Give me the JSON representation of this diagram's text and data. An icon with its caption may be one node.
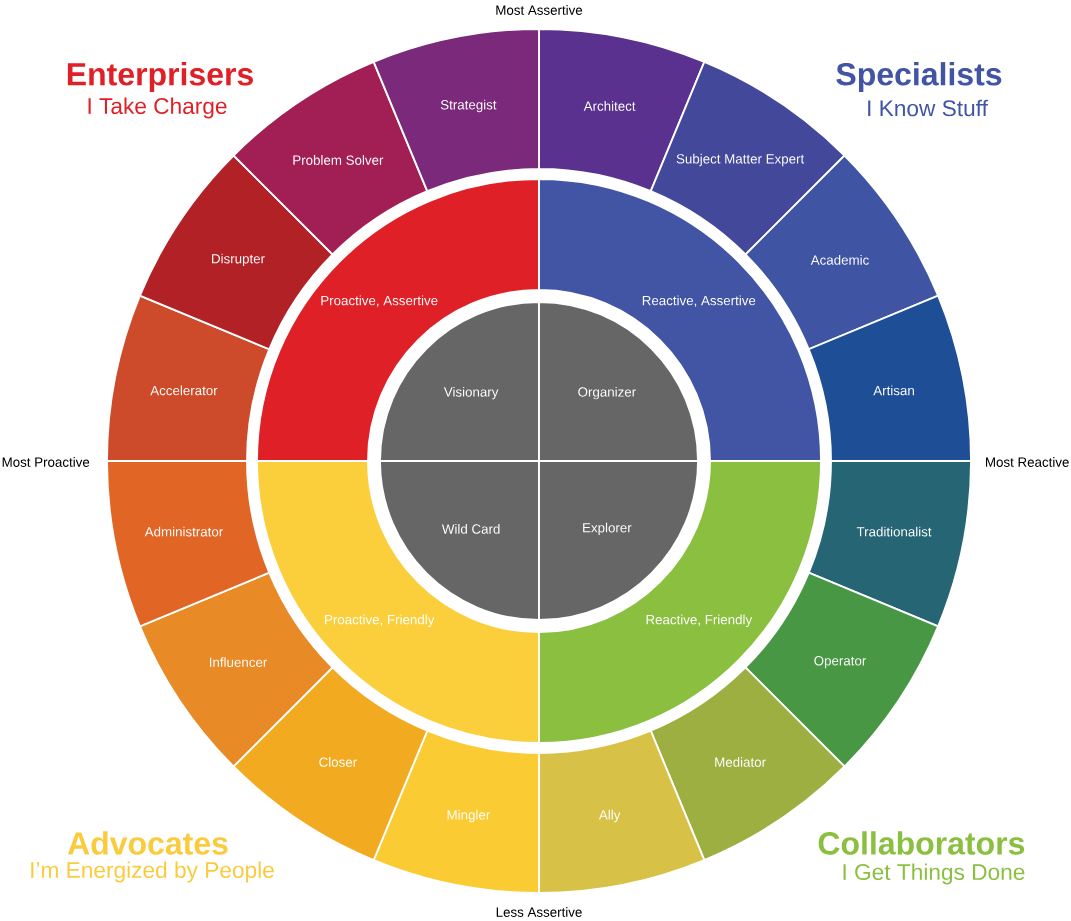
{
  "diagram": {
    "nodes": [
      {
        "text": [
          "Visionary"
        ]
      },
      {
        "text": [
          "Organizer"
        ]
      },
      {
        "text": [
          "Wild Card"
        ]
      },
      {
        "text": [
          "Explorer"
        ]
      },
      {
        "text": [
          "Proactive, Assertive"
        ]
      },
      {
        "text": [
          "Reactive, Assertive"
        ]
      },
      {
        "text": [
          "Proactive, Friendly"
        ]
      },
      {
        "text": [
          "Reactive, Friendly"
        ]
      },
      {
        "text": [
          "Architect"
        ]
      },
      {
        "text": [
          "Subject Matter Expert"
        ]
      },
      {
        "text": [
          "Academic"
        ]
      },
      {
        "text": [
          "Artisan"
        ]
      },
      {
        "text": [
          "Traditionalist"
        ]
      },
      {
        "text": [
          "Operator"
        ]
      },
      {
        "text": [
          "Mediator"
        ]
      },
      {
        "text": [
          "Ally"
        ]
      },
      {
        "text": [
          "Mingler"
        ]
      },
      {
        "text": [
          "Closer"
        ]
      },
      {
        "text": [
          "Influencer"
        ]
      },
      {
        "text": [
          "Administrator"
        ]
      },
      {
        "text": [
          "Accelerator"
        ]
      },
      {
        "text": [
          "Disrupter"
        ]
      },
      {
        "text": [
          "Problem Solver"
        ]
      },
      {
        "text": [
          "Strategist"
        ]
      }
    ],
    "labels": [
      "Most Assertive",
      "Enterprisers",
      "I Take Charge",
      "Specialists",
      "I Know Stuff",
      "Most Proactive",
      "Most Reactive",
      "Advocates",
      "I’m Energized by People",
      "Collaborators",
      "I Get Things Done",
      "Less Assertive"
    ]
  }
}
